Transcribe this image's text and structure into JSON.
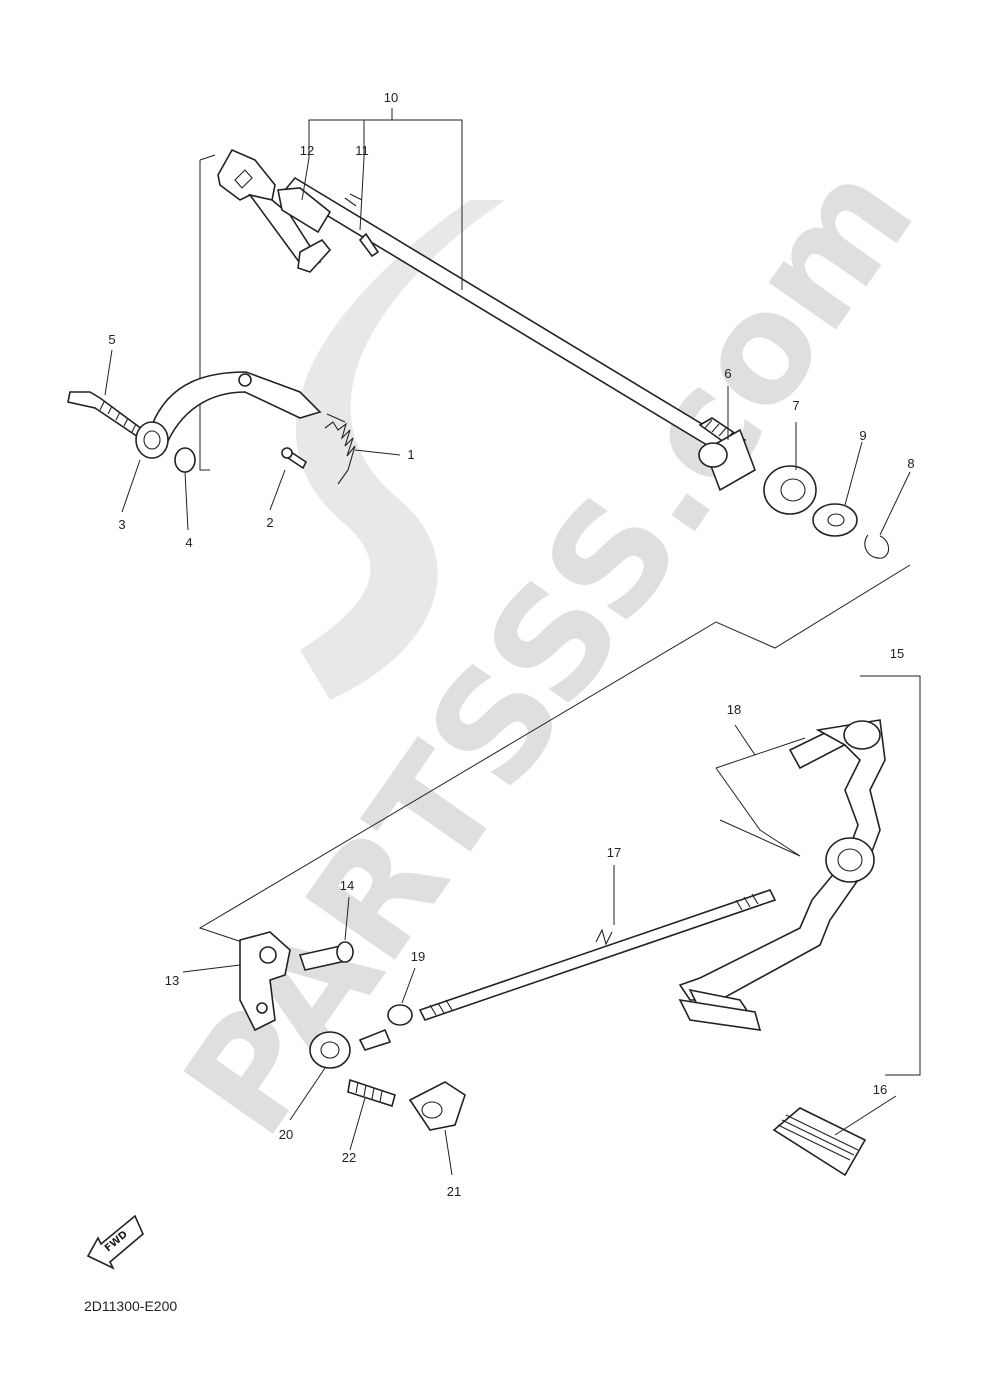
{
  "diagram_code": "2D11300-E200",
  "watermark_text": "PARTSSS.com",
  "fwd_label": "FWD",
  "callouts": [
    {
      "id": "c1",
      "label": "1"
    },
    {
      "id": "c2",
      "label": "2"
    },
    {
      "id": "c3",
      "label": "3"
    },
    {
      "id": "c4",
      "label": "4"
    },
    {
      "id": "c5",
      "label": "5"
    },
    {
      "id": "c6",
      "label": "6"
    },
    {
      "id": "c7",
      "label": "7"
    },
    {
      "id": "c8",
      "label": "8"
    },
    {
      "id": "c9",
      "label": "9"
    },
    {
      "id": "c10",
      "label": "10"
    },
    {
      "id": "c11",
      "label": "11"
    },
    {
      "id": "c12",
      "label": "12"
    },
    {
      "id": "c13",
      "label": "13"
    },
    {
      "id": "c14",
      "label": "14"
    },
    {
      "id": "c15",
      "label": "15"
    },
    {
      "id": "c16",
      "label": "16"
    },
    {
      "id": "c17",
      "label": "17"
    },
    {
      "id": "c18",
      "label": "18"
    },
    {
      "id": "c19",
      "label": "19"
    },
    {
      "id": "c20",
      "label": "20"
    },
    {
      "id": "c21",
      "label": "21"
    },
    {
      "id": "c22",
      "label": "22"
    }
  ]
}
